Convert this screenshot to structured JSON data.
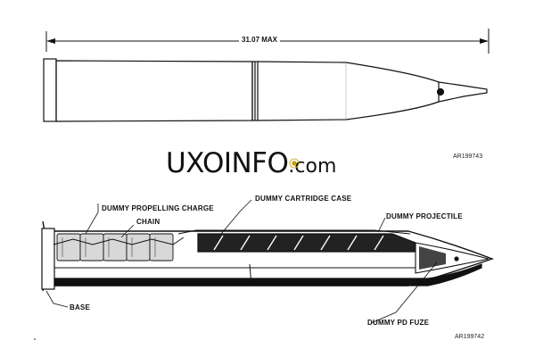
{
  "top_view": {
    "dimension_label": "31.07 MAX",
    "figure_ref": "AR199743"
  },
  "watermark": {
    "brand_text": "UXOINFO",
    "brand_suffix": ".com",
    "accent_color": "#c8a000"
  },
  "section_view": {
    "labels": {
      "propelling_charge": "DUMMY PROPELLING CHARGE",
      "chain": "CHAIN",
      "cartridge_case": "DUMMY CARTRIDGE CASE",
      "projectile": "DUMMY PROJECTILE",
      "base": "BASE",
      "fuze": "DUMMY PD FUZE"
    },
    "figure_ref": "AR199742"
  }
}
